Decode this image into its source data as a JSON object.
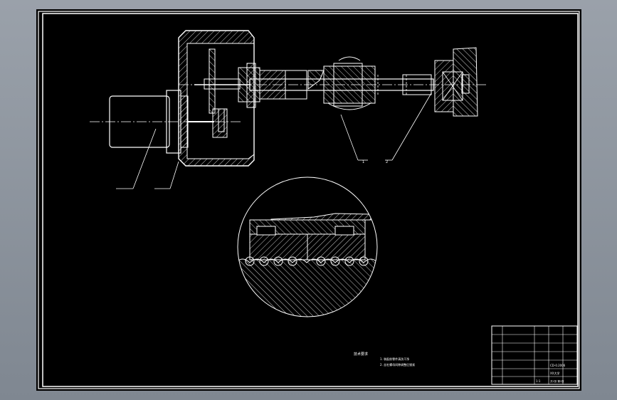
{
  "drawing": {
    "title_block": {
      "drawing_number": "CD-0.2006",
      "company": "XX大学",
      "scale": "1:1",
      "sheets": "共1张 第1张"
    },
    "notes": {
      "heading": "技术要求",
      "line1": "1. 装配前零件清洗干净",
      "line2": "2. 丝杠螺母间隙调整后锁紧"
    },
    "part_labels": [
      "1",
      "2"
    ]
  },
  "colors": {
    "background": "#000000",
    "lines": "#ffffff",
    "frame": "#ffffff"
  }
}
